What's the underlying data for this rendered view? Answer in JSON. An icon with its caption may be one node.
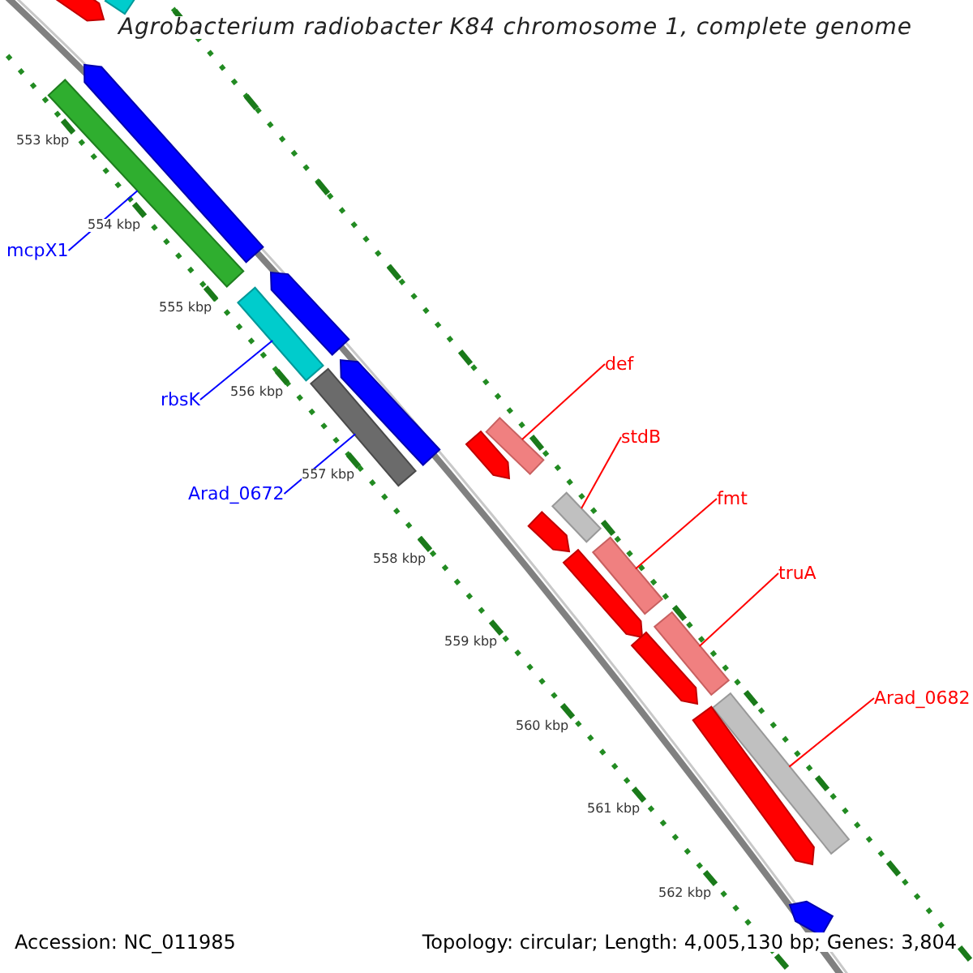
{
  "diagram": {
    "title": "Agrobacterium radiobacter K84 chromosome 1, complete genome",
    "nodes": [
      {
        "text": [
          "mcpX1"
        ]
      },
      {
        "text": [],
        "shape": "bar"
      },
      {
        "text": [
          "rbsK"
        ]
      },
      {
        "text": [],
        "shape": "bar"
      },
      {
        "text": [
          "Arad_0672"
        ]
      },
      {
        "text": [],
        "shape": "bar"
      },
      {
        "text": [
          "def"
        ]
      },
      {
        "text": [],
        "shape": "bar"
      },
      {
        "text": [
          "stdB"
        ]
      },
      {
        "text": [],
        "shape": "bar"
      },
      {
        "text": [
          "fmt"
        ]
      },
      {
        "text": [],
        "shape": "bar"
      },
      {
        "text": [
          "truA"
        ]
      },
      {
        "text": [],
        "shape": "bar"
      },
      {
        "text": [
          "Arad_0682"
        ]
      },
      {
        "text": [],
        "shape": "bar"
      },
      {
        "text": [],
        "shape": "bar"
      },
      {
        "text": [],
        "shape": "bar"
      },
      {
        "text": [],
        "shape": "bar"
      },
      {
        "text": [],
        "shape": "bar"
      },
      {
        "text": [],
        "shape": "bar"
      },
      {
        "text": [],
        "shape": "bar"
      },
      {
        "text": [],
        "shape": "bar"
      },
      {
        "text": [],
        "shape": "bar"
      },
      {
        "text": [],
        "shape": "bar"
      },
      {
        "text": [],
        "shape": "bar"
      },
      {
        "text": [],
        "shape": "bar"
      }
    ],
    "edges": [
      {
        "from": 0,
        "to": 1,
        "arrow": "none",
        "color": "#0000ff"
      },
      {
        "from": 2,
        "to": 3,
        "arrow": "none",
        "color": "#0000ff"
      },
      {
        "from": 4,
        "to": 5,
        "arrow": "none",
        "color": "#0000ff"
      },
      {
        "from": 6,
        "to": 7,
        "arrow": "none"
      },
      {
        "from": 8,
        "to": 9,
        "arrow": "none"
      },
      {
        "from": 10,
        "to": 11,
        "arrow": "none"
      },
      {
        "from": 12,
        "to": 13,
        "arrow": "none"
      },
      {
        "from": 14,
        "to": 15,
        "arrow": "none"
      }
    ],
    "labels": [
      "553 kbp",
      "554 kbp",
      "555 kbp",
      "556 kbp",
      "557 kbp",
      "558 kbp",
      "559 kbp",
      "560 kbp",
      "561 kbp",
      "562 kbp",
      "Accession: NC_011985",
      "Topology: circular; Length: 4,005,130 bp; Genes: 3,804"
    ]
  }
}
